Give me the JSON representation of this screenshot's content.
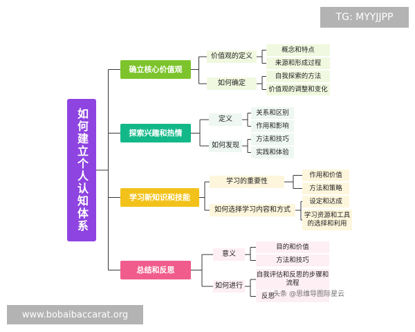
{
  "root": {
    "label": "如何建立个人认知体系",
    "color": "#8e44e0"
  },
  "branches": [
    {
      "label": "确立核心价值观",
      "color": "#7dc42c",
      "subs": [
        {
          "label": "价值观的定义",
          "leaves": [
            "概念和特点",
            "来源和形成过程"
          ]
        },
        {
          "label": "如何确定",
          "leaves": [
            "自我探索的方法",
            "价值观的调整和变化"
          ]
        }
      ]
    },
    {
      "label": "探索兴趣和热情",
      "color": "#13b889",
      "subs": [
        {
          "label": "定义",
          "leaves": [
            "关系和区别",
            "作用和影响"
          ]
        },
        {
          "label": "如何发现",
          "leaves": [
            "方法和技巧",
            "实践和体验"
          ]
        }
      ]
    },
    {
      "label": "学习新知识和技能",
      "color": "#f2c21a",
      "subs": [
        {
          "label": "学习的重要性",
          "leaves": [
            "作用和价值",
            "方法和策略"
          ]
        },
        {
          "label": "如何选择学习内容和方式",
          "leaves": [
            "设定和达成",
            "学习资源和工具的选择和利用"
          ]
        }
      ]
    },
    {
      "label": "总结和反思",
      "color": "#f05d8c",
      "subs": [
        {
          "label": "意义",
          "leaves": [
            "目的和价值",
            "方法和技巧"
          ]
        },
        {
          "label": "如何进行",
          "leaves": [
            "自我评估和反思的步骤和流程",
            "反思"
          ]
        }
      ]
    }
  ],
  "overlays": {
    "tg": "TG: MYYJJPP",
    "url": "www.bobaibaccarat.org",
    "watermark": "头条 @思维导图际星云"
  }
}
